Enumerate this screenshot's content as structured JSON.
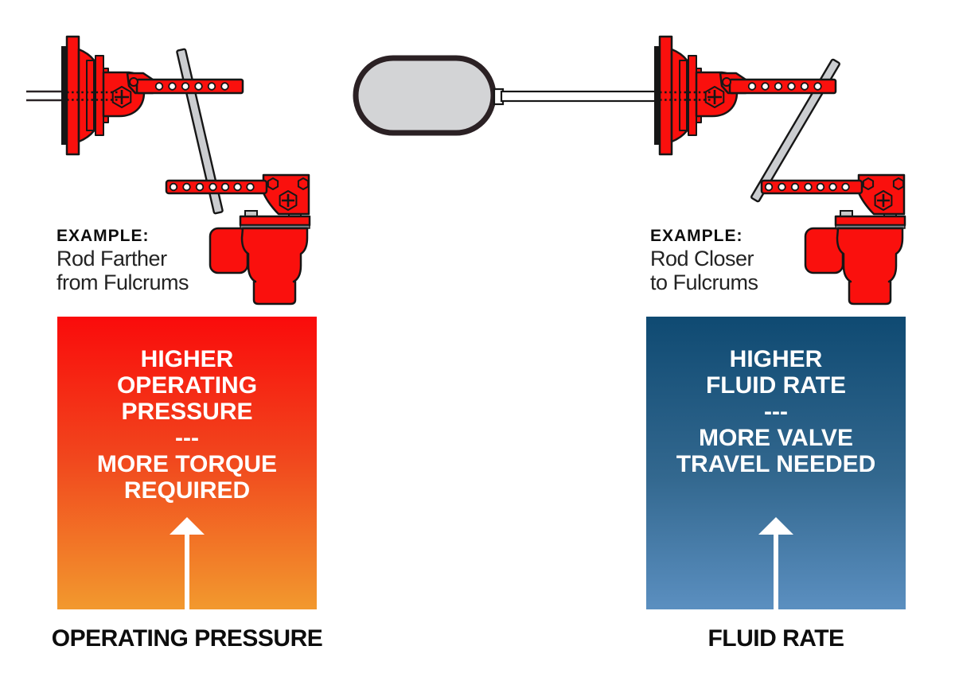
{
  "examples": {
    "left": {
      "label": "EXAMPLE:",
      "line1": "Rod Farther",
      "line2": "from Fulcrums"
    },
    "right": {
      "label": "EXAMPLE:",
      "line1": "Rod Closer",
      "line2": "to Fulcrums"
    }
  },
  "left_box": {
    "lines": [
      "HIGHER",
      "OPERATING",
      "PRESSURE",
      "---",
      "MORE TORQUE",
      "REQUIRED"
    ],
    "caption": "OPERATING PRESSURE",
    "gradient_top": "#fa0b0b",
    "gradient_bottom": "#f2992e"
  },
  "right_box": {
    "lines": [
      "HIGHER",
      "FLUID RATE",
      "---",
      "MORE VALVE",
      "TRAVEL NEEDED"
    ],
    "caption": "FLUID RATE",
    "gradient_top": "#0f4a72",
    "gradient_bottom": "#5b8fc0"
  },
  "colors": {
    "machine_red": "#fa100d",
    "outline_black": "#161616",
    "link_rod_gray": "#cbcdd0",
    "float_gray": "#d3d4d6",
    "float_outline": "#2b2124",
    "arrow_white": "#ffffff",
    "background": "#ffffff"
  }
}
